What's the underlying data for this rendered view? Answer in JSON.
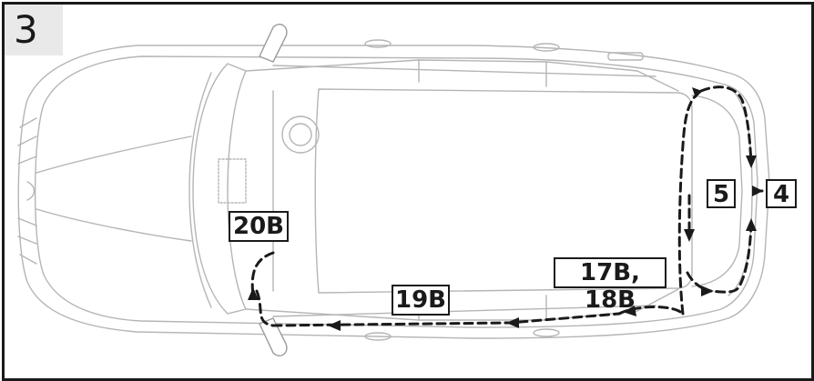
{
  "step": {
    "number": "3"
  },
  "labels": {
    "l20b": "20B",
    "l19b": "19B",
    "l17b18b": "17B, 18B",
    "l5": "5",
    "l4": "4"
  }
}
